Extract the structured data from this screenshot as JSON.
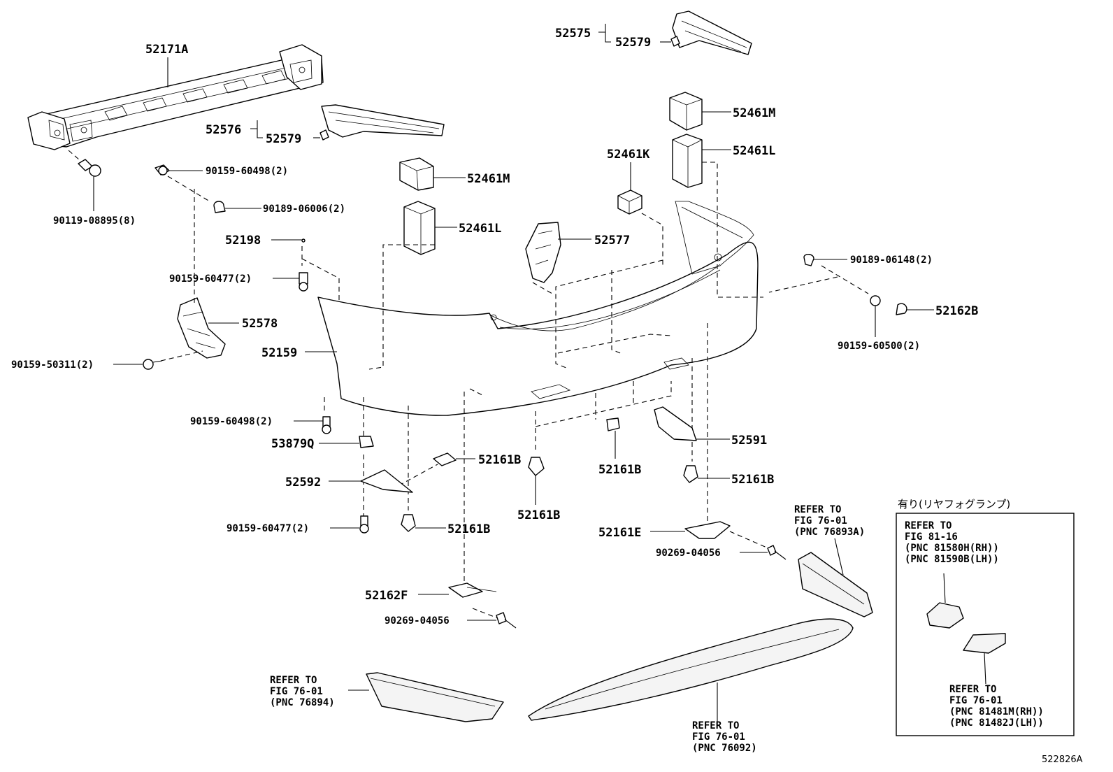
{
  "callouts": {
    "p52171A": "52171A",
    "p52575": "52575",
    "p52579_top": "52579",
    "p52576": "52576",
    "p52579_mid": "52579",
    "p52461M_r": "52461M",
    "p52461L_r": "52461L",
    "p52461K": "52461K",
    "p52461M_l": "52461M",
    "p52461L_l": "52461L",
    "p52577": "52577",
    "p90159_60498_a": "90159-60498(2)",
    "p90189_06006": "90189-06006(2)",
    "p90119_08895": "90119-08895(8)",
    "p52198": "52198",
    "p90159_60477_a": "90159-60477(2)",
    "p52578": "52578",
    "p52159": "52159",
    "p90159_50311": "90159-50311(2)",
    "p90189_06148": "90189-06148(2)",
    "p52162B": "52162B",
    "p90159_60500": "90159-60500(2)",
    "p90159_60498_b": "90159-60498(2)",
    "p53879Q": "53879Q",
    "p52161B_a": "52161B",
    "p52592": "52592",
    "p52161B_b": "52161B",
    "p52591": "52591",
    "p52161B_c": "52161B",
    "p52161B_d": "52161B",
    "p90159_60477_b": "90159-60477(2)",
    "p52161B_e": "52161B",
    "p52161E": "52161E",
    "p90269_04056_a": "90269-04056",
    "p52162F": "52162F",
    "p90269_04056_b": "90269-04056"
  },
  "refs": {
    "r76893A": [
      "REFER TO",
      "FIG 76-01",
      "(PNC 76893A)"
    ],
    "r76894": [
      "REFER TO",
      "FIG 76-01",
      "(PNC 76894)"
    ],
    "r76092": [
      "REFER TO",
      "FIG 76-01",
      "(PNC 76092)"
    ]
  },
  "inset": {
    "title": "有り(リヤフォグランプ)",
    "ref_top": [
      "REFER TO",
      "FIG 81-16",
      "(PNC 81580H(RH))",
      "(PNC 81590B(LH))"
    ],
    "ref_bottom": [
      "REFER TO",
      "FIG 76-01",
      "(PNC 81481M(RH))",
      "(PNC 81482J(LH))"
    ]
  },
  "figure_id": "522826A"
}
